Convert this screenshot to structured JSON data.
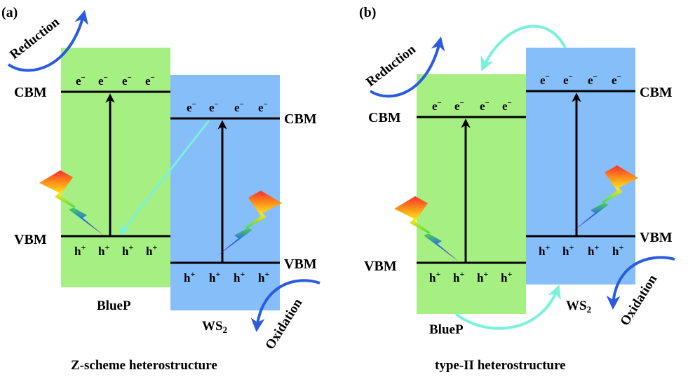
{
  "colors": {
    "bluep": "#a6ef83",
    "ws2": "#86bef9",
    "band": "#000000",
    "charge_transfer": "#7bf1dc",
    "process_arrow": "#2b5ce0"
  },
  "panel_a": {
    "label": "(a)",
    "caption": "Z-scheme heterostructure",
    "reduction": "Reduction",
    "oxidation": "Oxidation",
    "bluep_label": "BlueP",
    "ws2_label": "WS",
    "ws2_sub": "2",
    "bluep_cbm": "CBM",
    "bluep_vbm": "VBM",
    "ws2_cbm": "CBM",
    "ws2_vbm": "VBM",
    "electron": "e",
    "electron_sup": "−",
    "hole": "h",
    "hole_sup": "+"
  },
  "panel_b": {
    "label": "(b)",
    "caption": "type-II heterostructure",
    "reduction": "Reduction",
    "oxidation": "Oxidation",
    "bluep_label": "BlueP",
    "ws2_label": "WS",
    "ws2_sub": "2",
    "bluep_cbm": "CBM",
    "bluep_vbm": "VBM",
    "ws2_cbm": "CBM",
    "ws2_vbm": "VBM",
    "electron": "e",
    "electron_sup": "−",
    "hole": "h",
    "hole_sup": "+"
  },
  "icons": {
    "light": "lightning-bolt-icon",
    "excitation": "excitation-arrow-icon",
    "transfer": "charge-transfer-arrow-icon",
    "process": "curved-arrow-icon"
  }
}
